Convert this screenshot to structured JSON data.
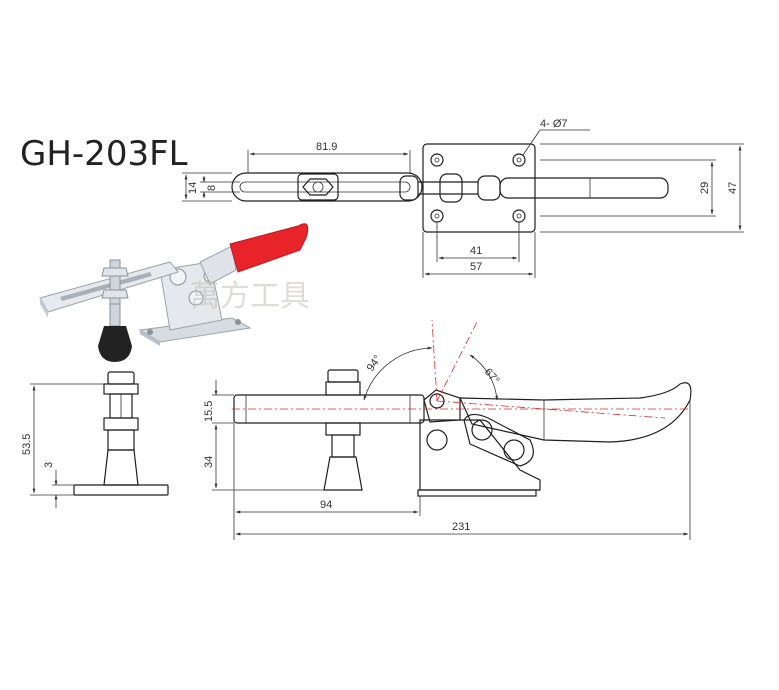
{
  "title": "GH-203FL",
  "watermark": "萬方工具",
  "dimensions": {
    "top_view": {
      "slot_length": "81.9",
      "bar_height": "14",
      "slot_width": "8",
      "hole_callout": "4- Ø7",
      "hole_spacing": "41",
      "base_width": "57",
      "hole_v_spacing": "29",
      "base_height": "47"
    },
    "side_view": {
      "angle_open": "94°",
      "angle_handle": "67°",
      "bar_offset": "15.5",
      "spindle_height": "34",
      "reach": "94",
      "overall_length": "231"
    },
    "end_view": {
      "height": "53.5",
      "base_thickness": "3"
    }
  },
  "colors": {
    "handle_red": "#e8242a",
    "body_steel": "#e2e6ea",
    "rubber_tip": "#222222",
    "center_line": "#d32f2f"
  }
}
